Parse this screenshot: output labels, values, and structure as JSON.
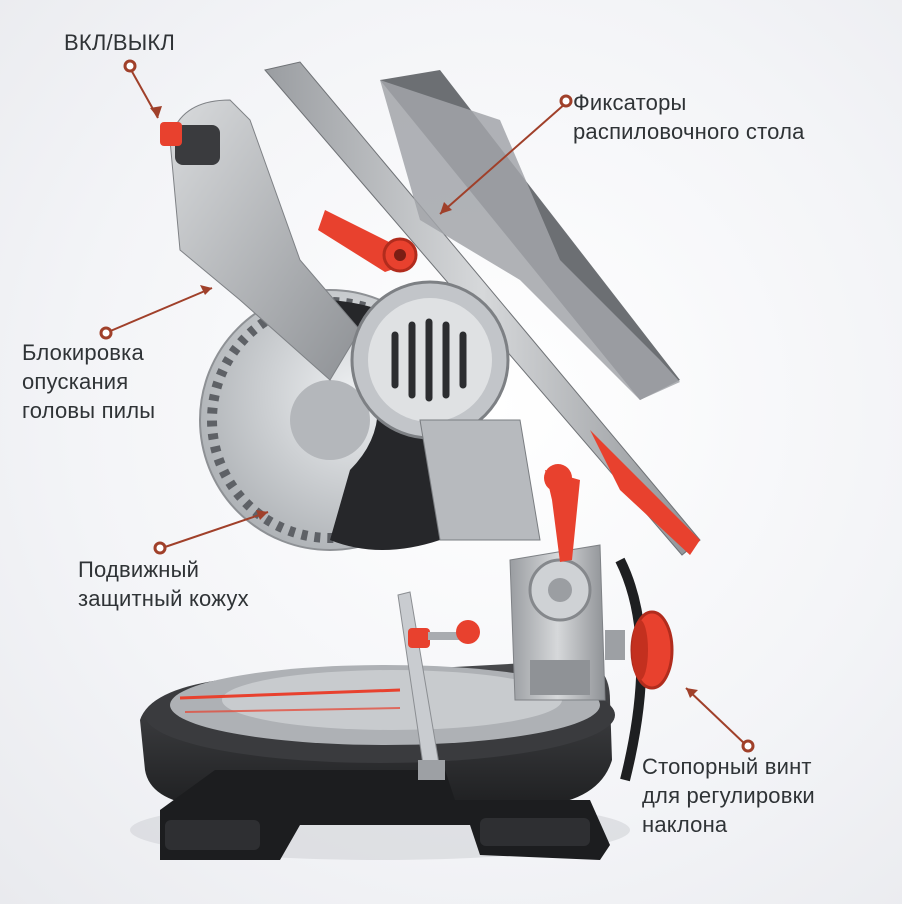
{
  "callouts": {
    "power_switch": "ВКЛ/ВЫКЛ",
    "head_lock": "Блокировка\nопускания\nголовы пилы",
    "blade_guard": "Подвижный\nзащитный кожух",
    "table_latches": "Фиксаторы\nраспиловочного стола",
    "bevel_knob": "Стопорный винт\nдля регулировки\nнаклона"
  },
  "colors": {
    "accent_red": "#e8412e",
    "leader_line": "#a0402a",
    "body_gray": "#b9bcbf",
    "dark": "#2b2c2e",
    "blade": "#c9cccf"
  },
  "image": {
    "subject": "miter-saw"
  }
}
